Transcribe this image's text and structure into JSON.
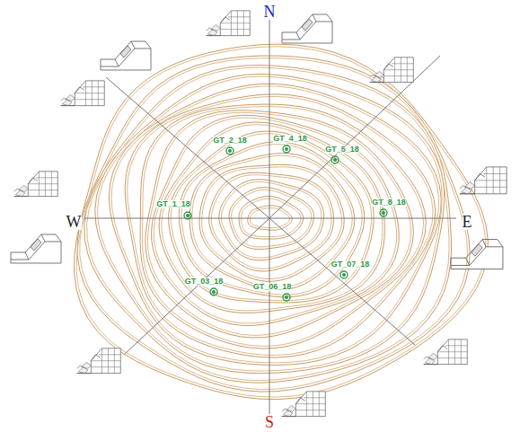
{
  "diagram": {
    "labels": [
      "N",
      "S",
      "W",
      "E",
      "GT_2_18",
      "GT_4_18",
      "GT_5_18",
      "GT_1_18",
      "GT_8_18",
      "GT_03_18",
      "GT_06_18",
      "GT_07_18"
    ]
  }
}
